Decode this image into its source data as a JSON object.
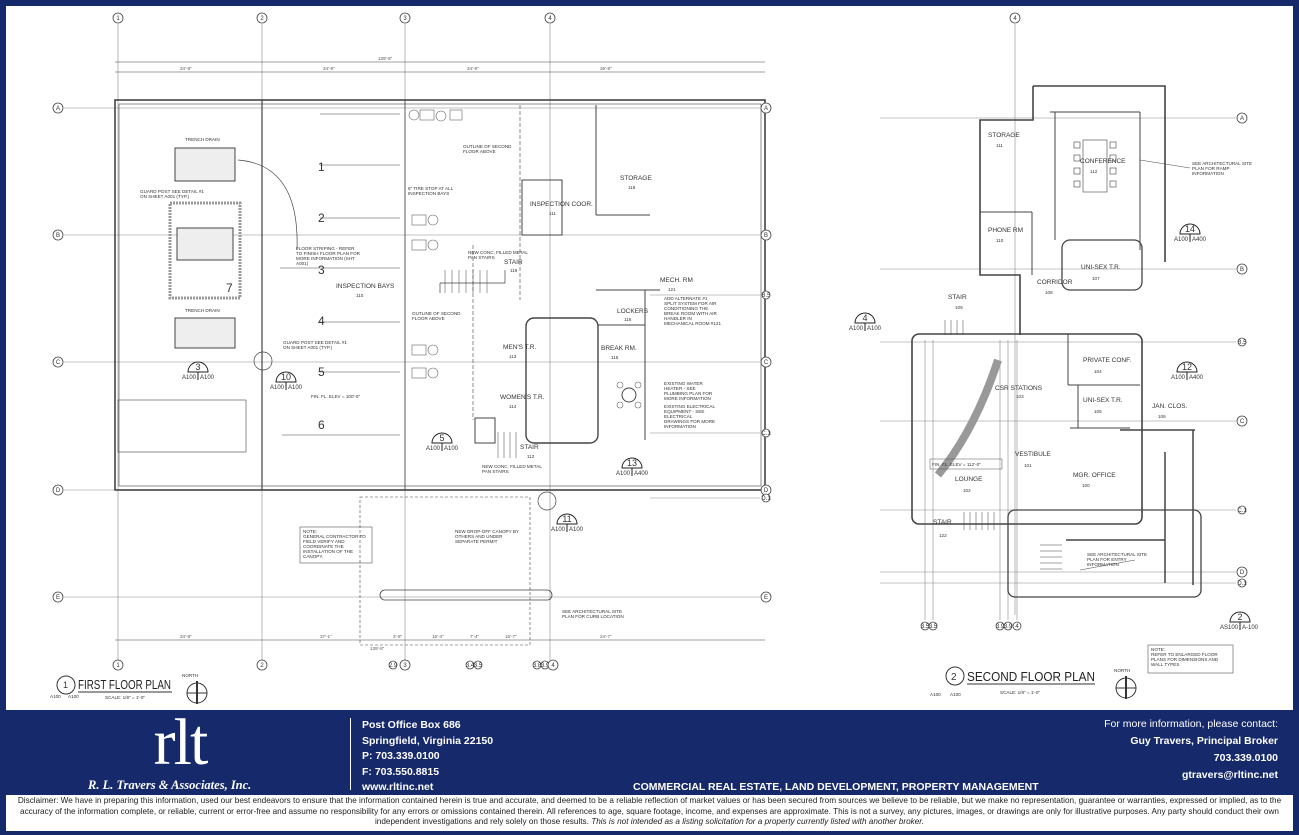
{
  "first_floor": {
    "title": "FIRST FLOOR PLAN",
    "title_number": "1",
    "sheet_ref": [
      "A100",
      "A100"
    ],
    "scale": "SCALE: 1/8\" = 1'-0\"",
    "north": "NORTH",
    "grid_columns": [
      "1",
      "2",
      "3",
      "4"
    ],
    "grid_columns_bottom": [
      "1",
      "2",
      "2.9",
      "3",
      "3.4",
      "3.5",
      "3.8",
      "3.9",
      "4"
    ],
    "grid_rows": [
      "A",
      "B",
      "B.5",
      "C",
      "C.1",
      "D",
      "D.1",
      "E"
    ],
    "dimensions_top": [
      "34'-8\"",
      "34'-8\"",
      "34'-8\"",
      "35'-8\"",
      "139'-8\""
    ],
    "dimensions_bottom": [
      "34'-8\"",
      "37'-1\"",
      "2'-8\"",
      "15'-4\"",
      "7'-4\"",
      "15'-7\"",
      "24'-7\"",
      "139'-8\""
    ],
    "bays": [
      "1",
      "2",
      "3",
      "4",
      "5",
      "6",
      "7"
    ],
    "rooms": {
      "trench_drain": "TRENCH DRAIN",
      "inspection_bays": "INSPECTION BAYS",
      "inspection_bays_no": "110",
      "inspection_coor": "INSPECTION COOR.",
      "inspection_coor_no": "111",
      "storage": "STORAGE",
      "storage_no": "118",
      "stair_upper": "STAIR",
      "stair_upper_no": "119",
      "mech_rm": "MECH. RM",
      "mech_rm_no": "121",
      "lockers": "LOCKERS",
      "lockers_no": "116",
      "mens_tr": "MEN'S T.R.",
      "mens_tr_no": "113",
      "break_rm": "BREAK RM.",
      "break_rm_no": "115",
      "womens_tr": "WOMEN'S T.R.",
      "womens_tr_no": "114",
      "stair_lower": "STAIR",
      "stair_lower_no": "112",
      "fin_fl_elev": "FIN. FL. ELEV = 100'-0\""
    },
    "notes": {
      "guard_post": [
        "GUARD POST SEE DETAIL #1",
        "ON SHEET A001 (TYP.)"
      ],
      "floor_striping": [
        "FLOOR STRIPING - REFER",
        "TO FINISH FLOOR PLAN FOR",
        "MORE INFORMATION (SHT",
        "A001)"
      ],
      "tire_stop": [
        "6\" TIRE STOP AT ALL",
        "INSPECTION BAYS"
      ],
      "outline_second": [
        "OUTLINE OF SECOND",
        "FLOOR ABOVE"
      ],
      "pan_stairs": [
        "NEW CONC. FILLED METAL",
        "PAN STAIRS"
      ],
      "add_alternate": [
        "ADD ALTERNATE #1",
        "SPLIT SYSTEM FOR AIR",
        "CONDITIONING THE",
        "BREAK ROOM WITH AIR",
        "HANDLER IN",
        "MECHANICAL ROOM #121"
      ],
      "water_heater": [
        "EXISTING WATER",
        "HEATER - SEE",
        "PLUMBING PLAN FOR",
        "MORE INFORMATION"
      ],
      "electrical": [
        "EXISTING ELECTRICAL",
        "EQUIPMENT - SEE",
        "ELECTRICAL",
        "DRAWINGS FOR MORE",
        "INFORMATION"
      ],
      "canopy_note": [
        "NOTE:",
        "GENERAL CONTRACTOR TO",
        "FIELD VERIFY AND",
        "COORDINATE THE",
        "INSTALLATION OF THE",
        "CANOPY."
      ],
      "canopy": [
        "NEW DROP-OFF CANOPY BY",
        "OTHERS AND UNDER",
        "SEPARATE PERMIT"
      ],
      "curb": [
        "SEE ARCHITECTURAL SITE",
        "PLAN FOR CURB LOCATION"
      ]
    },
    "section_markers": [
      "3",
      "10",
      "5",
      "13",
      "11"
    ],
    "marker_refs": [
      "A100",
      "A100",
      "A400"
    ]
  },
  "second_floor": {
    "title": "SECOND FLOOR PLAN",
    "title_number": "2",
    "sheet_ref": [
      "A100",
      "A100"
    ],
    "scale": "SCALE: 1/8\" = 1'-0\"",
    "north": "NORTH",
    "rooms": {
      "storage": "STORAGE",
      "storage_no": "111",
      "conference": "CONFERENCE",
      "conference_no": "112",
      "phone_rm": "PHONE RM",
      "phone_rm_no": "110",
      "unisex_tr_1": "UNI-SEX T.R.",
      "unisex_tr_1_no": "107",
      "corridor": "CORRIDOR",
      "corridor_no": "108",
      "stair_1": "STAIR",
      "stair_1_no": "109",
      "private_conf": "PRIVATE CONF.",
      "private_conf_no": "104",
      "csr_stations": "CSR STATIONS",
      "csr_stations_no": "103",
      "unisex_tr_2": "UNI-SEX T.R.",
      "unisex_tr_2_no": "105",
      "jan_clos": "JAN. CLOS.",
      "jan_clos_no": "106",
      "vestibule": "VESTIBULE",
      "vestibule_no": "101",
      "lounge": "LOUNGE",
      "lounge_no": "102",
      "mgr_office": "MGR. OFFICE",
      "mgr_office_no": "100",
      "stair_2": "STAIR",
      "stair_2_no": "122",
      "fin_fl_elev": "FIN. FL. ELEV = 112'-0\""
    },
    "notes": {
      "ramp": [
        "SEE ARCHITECTURAL SITE",
        "PLAN FOR RAMP",
        "INFORMATION"
      ],
      "entry": [
        "SEE ARCHITECTURAL SITE",
        "PLAN FOR ENTRY",
        "INFORMATION"
      ],
      "enlarged": [
        "NOTE:",
        "REFER TO ENLARGED FLOOR",
        "PLANS FOR DIMENSIONS AND",
        "WALL TYPES"
      ]
    },
    "section_markers": [
      "14",
      "12",
      "4",
      "2"
    ],
    "marker_refs": [
      "A100",
      "A400",
      "AS100",
      "A-100"
    ]
  },
  "footer": {
    "logo": "rlt",
    "company": "R. L. Travers & Associates, Inc.",
    "address": [
      "Post Office Box 686",
      "Springfield, Virginia 22150",
      "P: 703.339.0100",
      "F: 703.550.8815",
      "www.rltinc.net"
    ],
    "contact_intro": "For more information, please contact:",
    "contact_name": "Guy Travers, Principal Broker",
    "contact_phone": "703.339.0100",
    "contact_email": "gtravers@rltinc.net",
    "tagline": "COMMERCIAL REAL ESTATE, LAND DEVELOPMENT, PROPERTY MANAGEMENT",
    "disclaimer": "Disclaimer: We have in preparing this information, used our best endeavors to ensure that the information contained herein is true and accurate, and deemed to be a reliable reflection of market values or has been secured from sources we believe to be reliable, but we make no representation, guarantee or warranties, expressed or implied, as to the accuracy of the information complete, or reliable, current or error-free and assume no responsibility for any errors or omissions contained therein.  All references to age, square footage, income, and expenses are approximate.  This is not a survey, any pictures, images, or drawings are only for illustrative purposes. Any party should conduct their own independent investigations and rely solely on those results.",
    "disclaimer_italic": "This is not intended as a listing solicitation for a property currently listed with another broker."
  },
  "colors": {
    "brand_navy": "#15296b",
    "line": "#555555"
  }
}
